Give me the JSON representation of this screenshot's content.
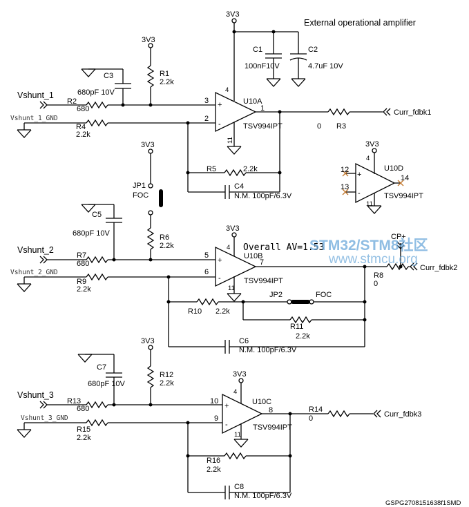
{
  "title": "External operational amplifier",
  "footer_code": "GSPG2708151638f1SMD",
  "overall_gain": "Overall AV=1.53",
  "watermark": {
    "line1": "STM32/STM8社区",
    "line2": "www.stmcu.org"
  },
  "supply": "3V3",
  "section1": {
    "input": "Vshunt_1",
    "input_gnd": "Vshunt_1_GND",
    "output": "Curr_fdbk1",
    "opamp": "U10A",
    "opamp_part": "TSV994IPT",
    "pin_pos": "3",
    "pin_neg": "2",
    "pin_out": "1",
    "pin_vcc": "4",
    "pin_gnd": "11",
    "r_in": {
      "ref": "R2",
      "value": "680"
    },
    "r_gnd": {
      "ref": "R4",
      "value": "2.2k"
    },
    "r_bias": {
      "ref": "R1",
      "value": "2.2k"
    },
    "c_in": {
      "ref": "C3",
      "value": "680pF 10V"
    },
    "r_fb": {
      "ref": "R5",
      "value": "2.2k"
    },
    "c_fb": {
      "ref": "C4",
      "value": "N.M. 100pF/6.3V"
    },
    "r_out": {
      "ref": "R3",
      "value": "0"
    },
    "c_sup1": {
      "ref": "C1",
      "value": "100nF10V"
    },
    "c_sup2": {
      "ref": "C2",
      "value": "4.7uF 10V"
    }
  },
  "jumper1": {
    "ref": "JP1",
    "label": "FOC"
  },
  "unused": {
    "opamp": "U10D",
    "part": "TSV994IPT",
    "pin_pos": "12",
    "pin_neg": "13",
    "pin_out": "14",
    "pin_vcc": "4",
    "pin_gnd": "11"
  },
  "section2": {
    "input": "Vshunt_2",
    "input_gnd": "Vshunt_2_GND",
    "output": "Curr_fdbk2",
    "testpoint": "CP+",
    "opamp": "U10B",
    "opamp_part": "TSV994IPT",
    "pin_pos": "5",
    "pin_neg": "6",
    "pin_out": "7",
    "pin_vcc": "4",
    "pin_gnd": "11",
    "r_in": {
      "ref": "R7",
      "value": "680"
    },
    "r_gnd": {
      "ref": "R9",
      "value": "2.2k"
    },
    "r_bias": {
      "ref": "R6",
      "value": "2.2k"
    },
    "c_in": {
      "ref": "C5",
      "value": "680pF 10V"
    },
    "r_fb1": {
      "ref": "R10",
      "value": "2.2k"
    },
    "r_fb2": {
      "ref": "R11",
      "value": "2.2k"
    },
    "c_fb": {
      "ref": "C6",
      "value": "N.M. 100pF/6.3V"
    },
    "r_out": {
      "ref": "R8",
      "value": "0"
    },
    "jumper": {
      "ref": "JP2",
      "label": "FOC"
    }
  },
  "section3": {
    "input": "Vshunt_3",
    "input_gnd": "Vshunt_3_GND",
    "output": "Curr_fdbk3",
    "opamp": "U10C",
    "opamp_part": "TSV994IPT",
    "pin_pos": "10",
    "pin_neg": "9",
    "pin_out": "8",
    "pin_vcc": "4",
    "pin_gnd": "11",
    "r_in": {
      "ref": "R13",
      "value": "680"
    },
    "r_gnd": {
      "ref": "R15",
      "value": "2.2k"
    },
    "r_bias": {
      "ref": "R12",
      "value": "2.2k"
    },
    "c_in": {
      "ref": "C7",
      "value": "680pF 10V"
    },
    "r_fb": {
      "ref": "R16",
      "value": "2.2k"
    },
    "c_fb": {
      "ref": "C8",
      "value": "N.M. 100pF/6.3V"
    },
    "r_out": {
      "ref": "R14",
      "value": "0"
    }
  }
}
